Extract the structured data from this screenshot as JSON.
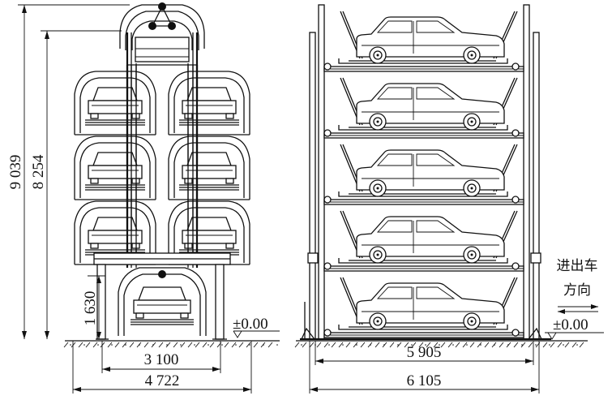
{
  "figure": {
    "left_view": {
      "height_total": "9 039",
      "height_top_platform": "8 254",
      "height_bottom": "1 630",
      "width_inner": "3 100",
      "width_outer": "4 722",
      "ground_level": "±0.00"
    },
    "right_view": {
      "width_inner": "5 905",
      "width_outer": "6 105",
      "ground_level": "±0.00",
      "entry_direction_line1": "进出车",
      "entry_direction_line2": "方向"
    },
    "right_view_levels": 5
  }
}
